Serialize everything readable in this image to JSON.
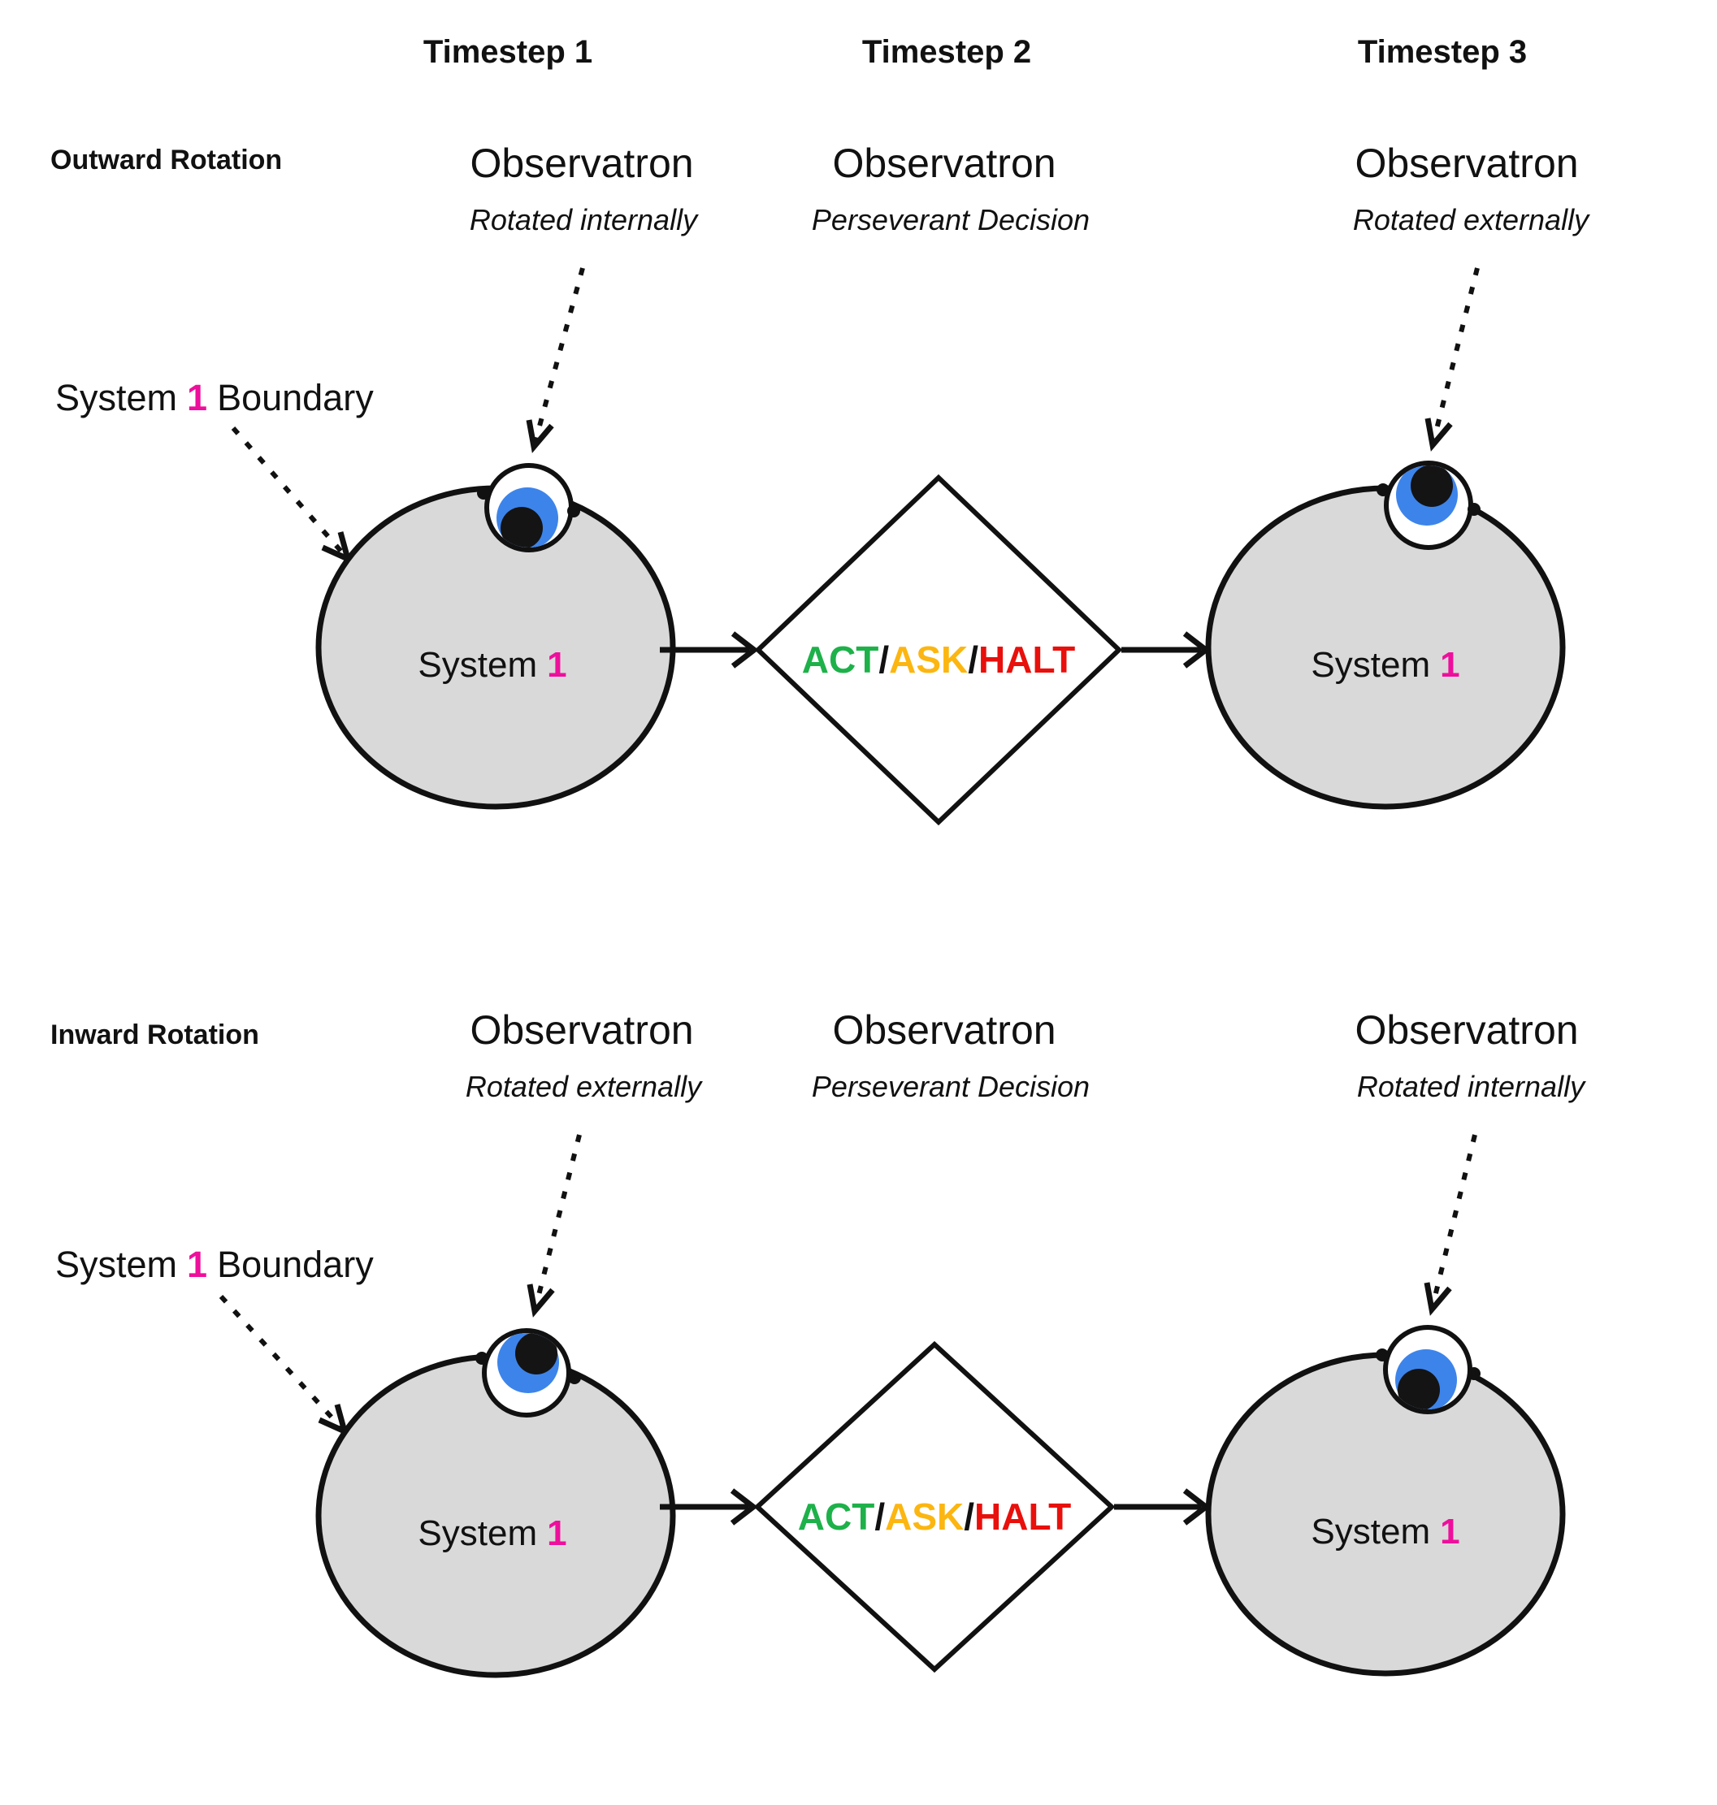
{
  "colors": {
    "magenta": "#ee0f9c",
    "green": "#1eb14a",
    "amber": "#fcb611",
    "red": "#e8100c",
    "iris_blue": "#3d84ea",
    "pupil_black": "#141414",
    "system_fill": "#d9d9d9",
    "line_black": "#111111"
  },
  "headers": {
    "timestep1": "Timestep 1",
    "timestep2": "Timestep 2",
    "timestep3": "Timestep 3"
  },
  "words": {
    "observatron": "Observatron",
    "system": "System",
    "one": "1",
    "boundary": "Boundary",
    "act": "ACT",
    "ask": "ASK",
    "halt": "HALT",
    "slash": "/"
  },
  "rows": [
    {
      "label": "Outward Rotation",
      "timestep1_state": "Rotated internally",
      "timestep2_state": "Perseverant Decision",
      "timestep3_state": "Rotated externally",
      "timestep1_eye_direction": "inward",
      "timestep3_eye_direction": "outward"
    },
    {
      "label": "Inward Rotation",
      "timestep1_state": "Rotated externally",
      "timestep2_state": "Perseverant Decision",
      "timestep3_state": "Rotated internally",
      "timestep1_eye_direction": "outward",
      "timestep3_eye_direction": "inward"
    }
  ]
}
